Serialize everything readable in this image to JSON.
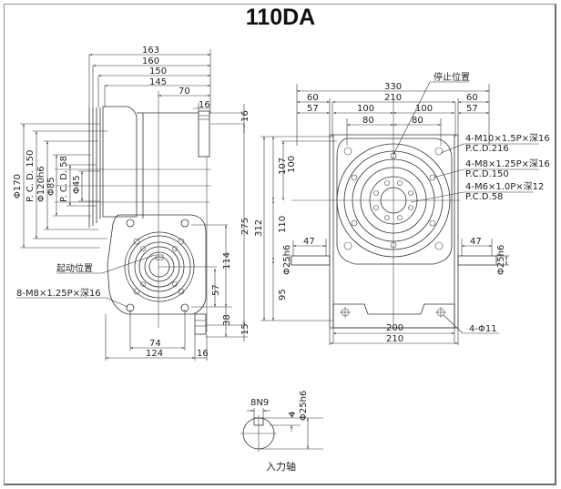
{
  "title": "110DA",
  "side_view": {
    "top_dims": [
      "163",
      "160",
      "150",
      "145",
      "70",
      "16"
    ],
    "right_dims": {
      "d16": "16",
      "d275": "275",
      "d114": "114",
      "d57": "57",
      "d38": "38",
      "d15": "15"
    },
    "left_dims": [
      "Φ170",
      "P. C. D. 150",
      "Φ120h6",
      "Φ85",
      "P. C. D. 58",
      "Φ45"
    ],
    "bottom_dims": {
      "d74": "74",
      "d124": "124",
      "d16": "16"
    },
    "labels": {
      "start_position": "起动位置",
      "tapped_holes": "8-M8×1.25P×深16"
    }
  },
  "front_view": {
    "top_dims": {
      "d330": "330",
      "d60l": "60",
      "d210": "210",
      "d60r": "60",
      "d57l": "57",
      "d100l": "100",
      "d100r": "100",
      "d57r": "57",
      "d80l": "80",
      "d80r": "80"
    },
    "left_dims": {
      "d312": "312",
      "d107": "107",
      "d100": "100",
      "d110": "110",
      "d95": "95",
      "d47": "47",
      "shaft": "Φ25h6"
    },
    "right_dims": {
      "d47": "47",
      "shaft": "Φ25h6"
    },
    "bottom_dims": {
      "d200": "200",
      "d210": "210",
      "holes": "4-Φ11"
    },
    "labels": {
      "stop_position": "停止位置",
      "m10": "4-M10×1.5P×深16",
      "pcd216": "P.C.D.216",
      "m8": "4-M8×1.25P×深16",
      "pcd150": "P.C.D.150",
      "m6": "4-M6×1.0P×深12",
      "pcd58": "P.C.D.58"
    }
  },
  "shaft_detail": {
    "key": "8N9",
    "depth": "4",
    "dia": "Φ25h6",
    "caption": "入力轴"
  }
}
